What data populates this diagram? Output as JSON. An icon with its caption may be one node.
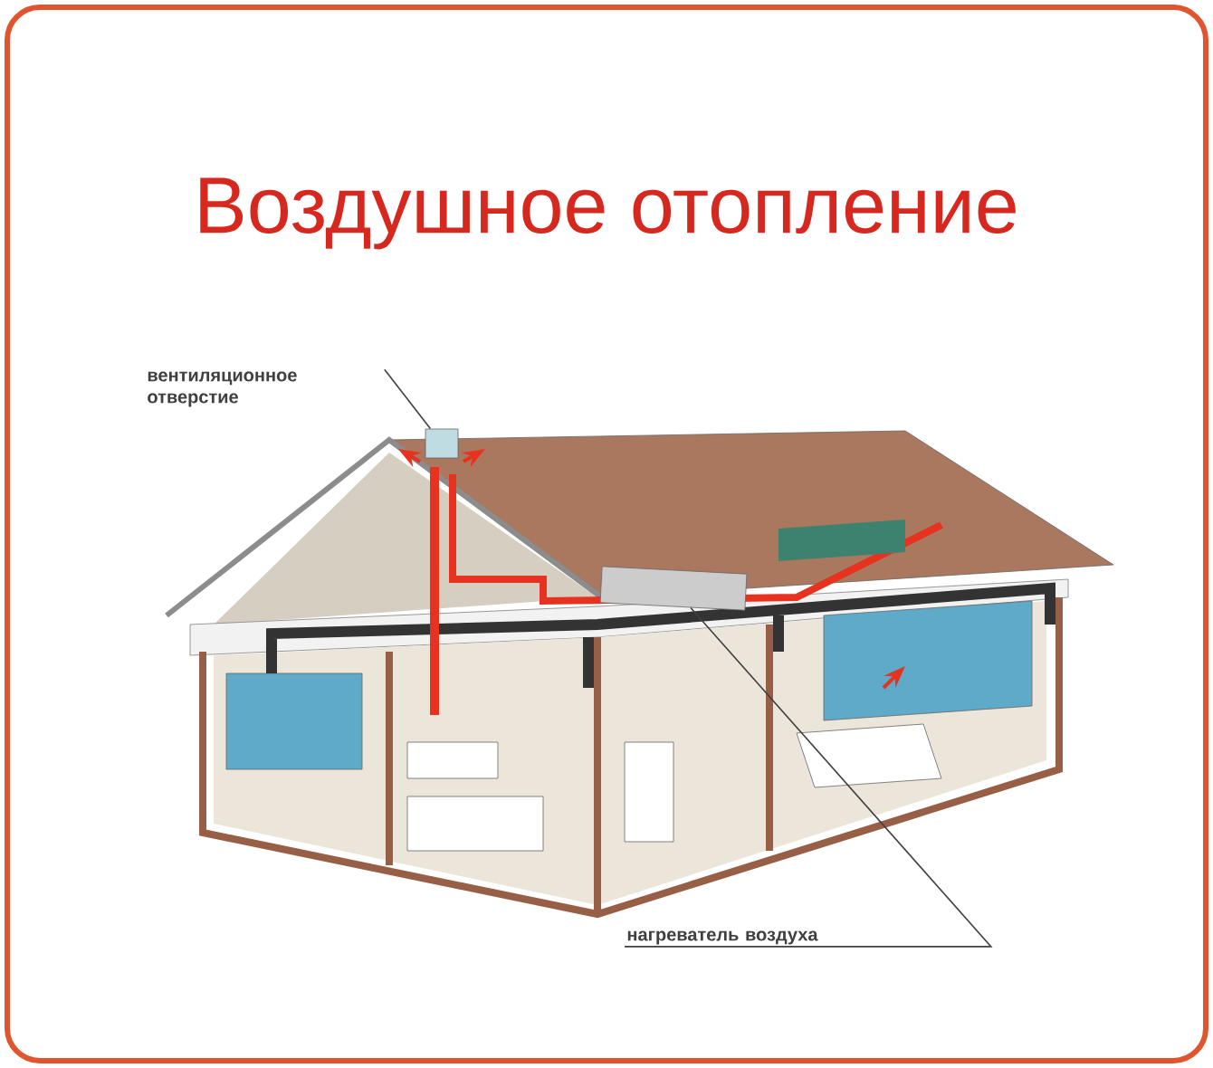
{
  "diagram": {
    "title": "Воздушное отопление",
    "nodes": [
      {
        "text": [
          "вентиляционное отверстие"
        ]
      },
      {
        "text": [],
        "shape": "cylinder"
      },
      {
        "text": [
          "нагреватель воздуха"
        ]
      },
      {
        "text": [],
        "shape": "box"
      }
    ],
    "edges": [
      {
        "from": 0,
        "to": 1,
        "arrow": "none"
      },
      {
        "from": 2,
        "to": 3,
        "arrow": "none"
      }
    ]
  }
}
